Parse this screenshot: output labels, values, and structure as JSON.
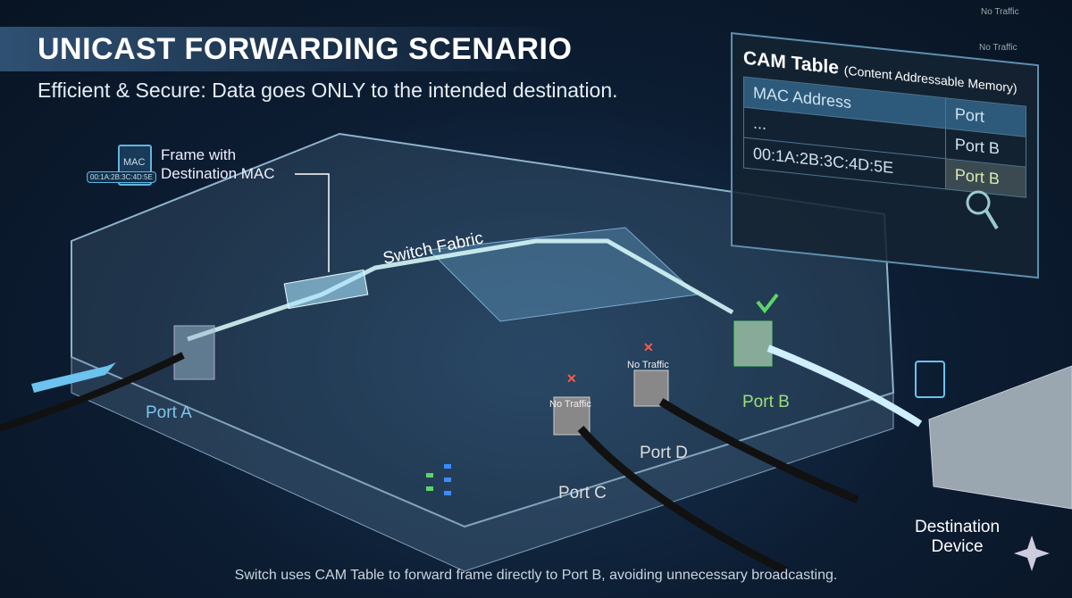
{
  "title": "UNICAST FORWARDING SCENARIO",
  "subtitle": "Efficient & Secure: Data goes ONLY to the intended destination.",
  "frame": {
    "doc_label": "MAC",
    "mac": "00:1A:2B:3C:4D:5E",
    "label_line1": "Frame with",
    "label_line2": "Destination MAC"
  },
  "fabric_label": "Switch Fabric",
  "cam_table": {
    "title": "CAM Table",
    "subtitle": "(Content Addressable Memory)",
    "headers": [
      "MAC Address",
      "Port"
    ],
    "rows": [
      [
        "...",
        "Port B"
      ],
      [
        "00:1A:2B:3C:4D:5E",
        "Port B"
      ]
    ]
  },
  "ports": {
    "a": "Port A",
    "b": "Port B",
    "c": "Port C",
    "d": "Port D"
  },
  "no_traffic": "No Traffic",
  "destination": {
    "line1": "Destination",
    "line2": "Device"
  },
  "footer": "Switch uses CAM Table to forward frame directly to Port B, avoiding unnecessary broadcasting.",
  "colors": {
    "accent": "#5fb6e0",
    "ok": "#5fd46a",
    "error": "#ff5a4a"
  }
}
